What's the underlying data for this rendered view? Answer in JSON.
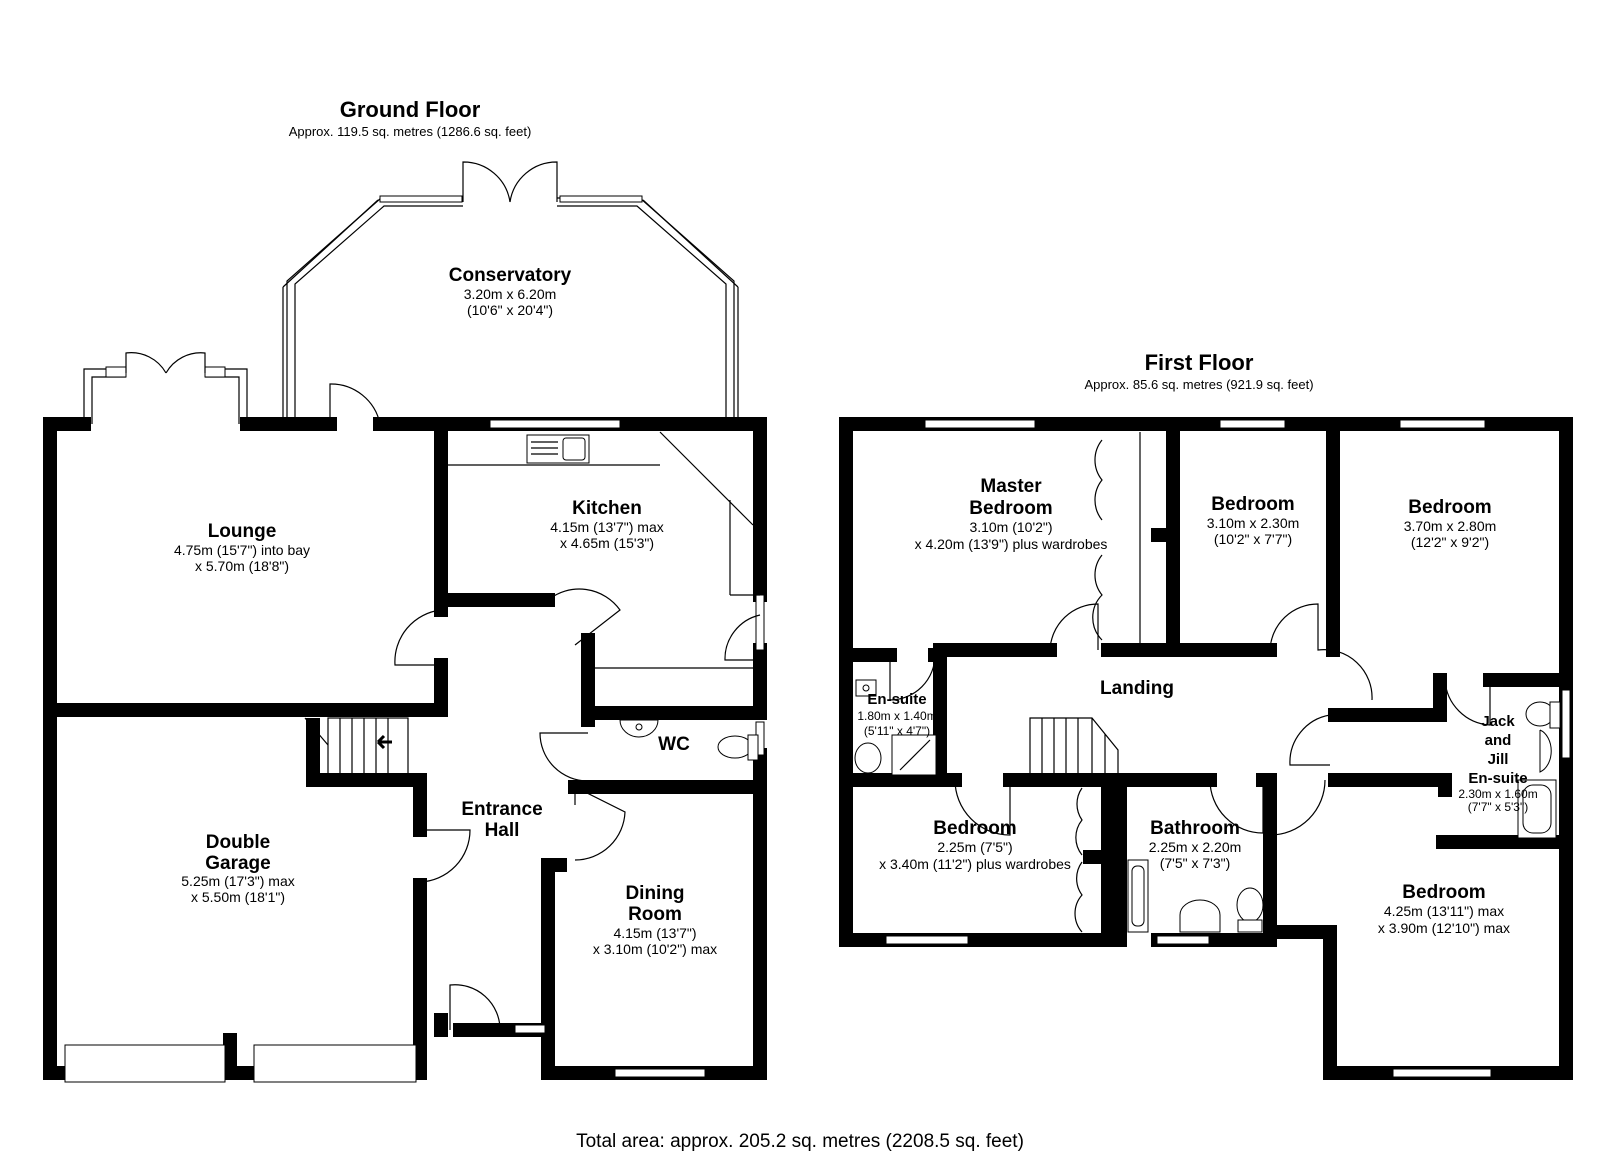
{
  "ground_floor": {
    "title": "Ground Floor",
    "area": "Approx. 119.5 sq. metres (1286.6 sq. feet)",
    "rooms": {
      "conservatory": {
        "name": "Conservatory",
        "dim1": "3.20m x 6.20m",
        "dim2": "(10'6\" x 20'4\")"
      },
      "lounge": {
        "name": "Lounge",
        "dim1": "4.75m (15'7\") into bay",
        "dim2": "x 5.70m (18'8\")"
      },
      "kitchen": {
        "name": "Kitchen",
        "dim1": "4.15m (13'7\") max",
        "dim2": "x 4.65m (15'3\")"
      },
      "wc": {
        "name": "WC"
      },
      "entrance_hall": {
        "name_line1": "Entrance",
        "name_line2": "Hall"
      },
      "double_garage": {
        "name_line1": "Double",
        "name_line2": "Garage",
        "dim1": "5.25m (17'3\") max",
        "dim2": "x 5.50m (18'1\")"
      },
      "dining_room": {
        "name_line1": "Dining",
        "name_line2": "Room",
        "dim1": "4.15m (13'7\")",
        "dim2": "x 3.10m (10'2\") max"
      }
    }
  },
  "first_floor": {
    "title": "First Floor",
    "area": "Approx. 85.6 sq. metres (921.9 sq. feet)",
    "rooms": {
      "master_bedroom": {
        "name_line1": "Master",
        "name_line2": "Bedroom",
        "dim1": "3.10m (10'2\")",
        "dim2": "x 4.20m (13'9\") plus wardrobes"
      },
      "bedroom_2": {
        "name": "Bedroom",
        "dim1": "3.10m x 2.30m",
        "dim2": "(10'2\" x 7'7\")"
      },
      "bedroom_3": {
        "name": "Bedroom",
        "dim1": "3.70m x 2.80m",
        "dim2": "(12'2\" x 9'2\")"
      },
      "landing": {
        "name": "Landing"
      },
      "en_suite": {
        "name": "En-suite",
        "dim1": "1.80m x 1.40m",
        "dim2": "(5'11\" x 4'7\")"
      },
      "jack_and_jill": {
        "name_line1": "Jack",
        "name_line2": "and",
        "name_line3": "Jill",
        "name_line4": "En-suite",
        "dim1": "2.30m x 1.60m",
        "dim2": "(7'7\" x 5'3\")"
      },
      "bedroom_4": {
        "name": "Bedroom",
        "dim1": "2.25m (7'5\")",
        "dim2": "x 3.40m (11'2\") plus wardrobes"
      },
      "bathroom": {
        "name": "Bathroom",
        "dim1": "2.25m x 2.20m",
        "dim2": "(7'5\" x 7'3\")"
      },
      "bedroom_5": {
        "name": "Bedroom",
        "dim1": "4.25m (13'11\") max",
        "dim2": "x 3.90m (12'10\") max"
      }
    }
  },
  "total_area": "Total area: approx. 205.2 sq. metres (2208.5 sq. feet)"
}
